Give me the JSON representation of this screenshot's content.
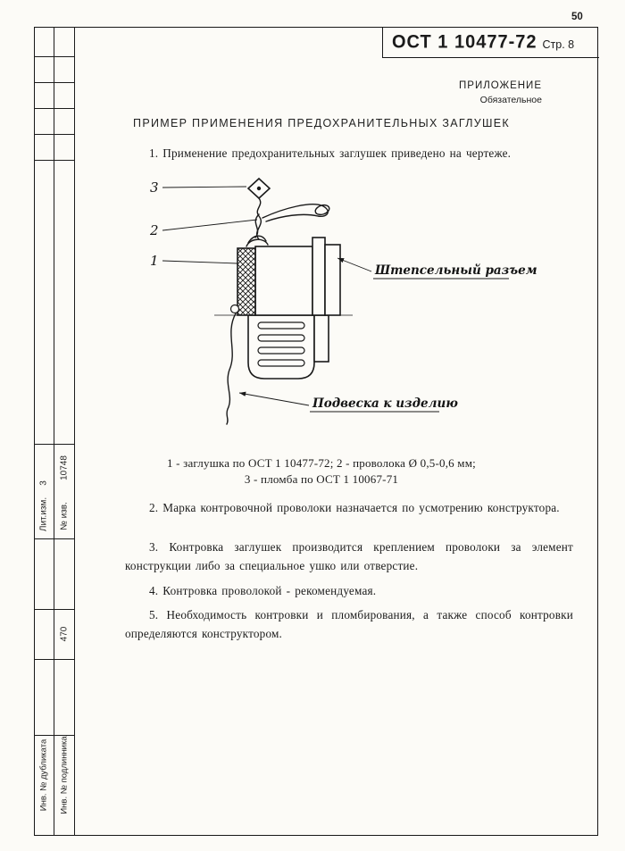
{
  "page": {
    "sheet_number": "50",
    "doc_number": "ОСТ 1 10477-72",
    "page_label": "Стр. 8",
    "appendix_title": "ПРИЛОЖЕНИЕ",
    "appendix_subtitle": "Обязательное",
    "heading": "ПРИМЕР ПРИМЕНЕНИЯ ПРЕДОХРАНИТЕЛЬНЫХ ЗАГЛУШЕК"
  },
  "body": {
    "p1": "1. Применение предохранительных заглушек приведено на чертеже.",
    "p2": "2. Марка контровочной проволоки назначается по усмотрению конструк­тора.",
    "p3": "3. Контровка заглушек производится креплением проволоки за элемент конструкции либо за специальное ушко или отверстие.",
    "p4": "4. Контровка проволокой - рекомендуемая.",
    "p5": "5. Необходимость контровки и пломбирования, а также способ контровки определяются конструктором."
  },
  "figure": {
    "callout_1": "1",
    "callout_2": "2",
    "callout_3": "3",
    "connector_label": "Штепсельный разъем",
    "suspension_label": "Подвеска к изделию",
    "legend_line1": "1 - заглушка по ОСТ 1 10477-72;  2 - проволока Ø 0,5-0,6 мм;",
    "legend_line2": "3 - пломба по ОСТ 1 10067-71"
  },
  "margin": {
    "lit_izm_label": "Лит.изм.",
    "lit_izm_value": "3",
    "izv_label": "№ изв.",
    "izv_value": "10748",
    "doc_inventory": "470",
    "inv_duplicate": "Инв. № дубликата",
    "inv_original": "Инв. № подлинника"
  }
}
